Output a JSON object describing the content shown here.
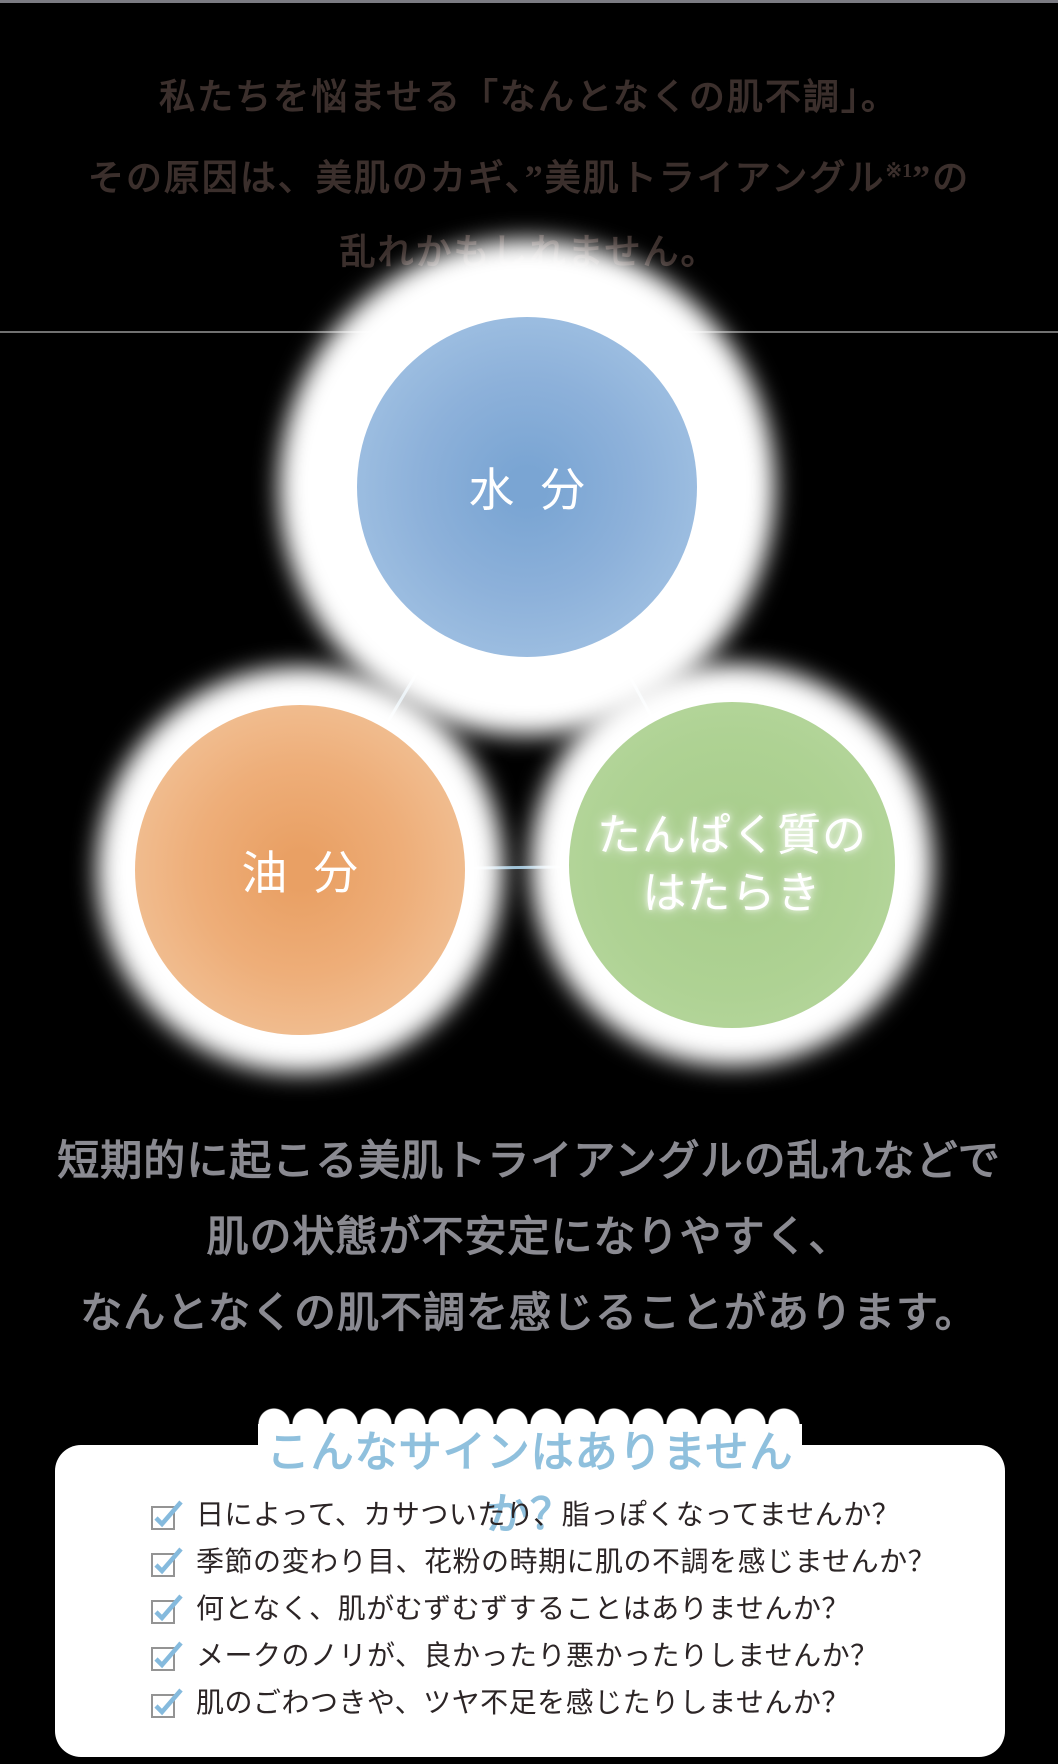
{
  "intro": {
    "line1": "私たちを悩ませる「なんとなくの肌不調」。",
    "line2_pre": "その原因は、美肌のカギ、”美肌トライアングル",
    "line2_sup": "※1",
    "line2_post": "”の",
    "line3": "乱れかもしれません。"
  },
  "diagram": {
    "water": {
      "label": "水分",
      "center_color": "#7aa5d3",
      "edge_color": "#a9c8e6"
    },
    "oil": {
      "label": "油分",
      "center_color": "#e9a064",
      "edge_color": "#f3c9a2"
    },
    "protein": {
      "label_line1": "たんぱく質の",
      "label_line2": "はたらき",
      "center_color": "#a8cd8c",
      "edge_color": "#bad8a2"
    },
    "connector_color": "#8ab5cf",
    "rule_color": "#717171"
  },
  "body_text": {
    "line1": "短期的に起こる美肌トライアングルの乱れなどで",
    "line2": "肌の状態が不安定になりやすく、",
    "line3": "なんとなくの肌不調を感じることがあります。",
    "color": "#8a8a91"
  },
  "signs": {
    "heading": "こんなサインはありませんか？",
    "heading_color": "#8fc0dd",
    "check_color": "#85badd",
    "items": [
      "日によって、カサついたり、脂っぽくなってませんか？",
      "季節の変わり目、花粉の時期に肌の不調を感じませんか？",
      "何となく、肌がむずむずすることはありませんか？",
      "メークのノリが、良かったり悪かったりしませんか？",
      "肌のごわつきや、ツヤ不足を感じたりしませんか？"
    ]
  }
}
